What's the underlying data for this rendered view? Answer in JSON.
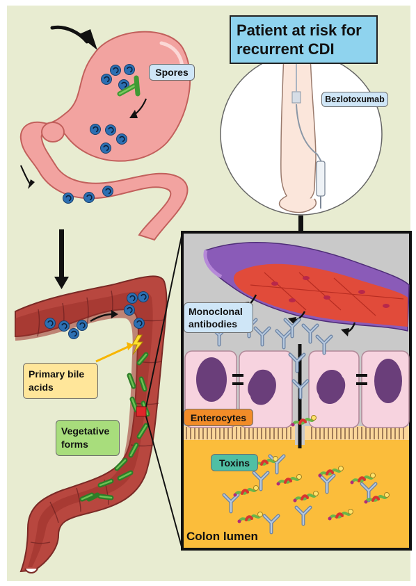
{
  "title": "Patient at risk for recurrent CDI",
  "labels": {
    "spores": "Spores",
    "bezlotoxumab": "Bezlotoxumab",
    "monoclonal_antibodies": "Monoclonal antibodies",
    "primary_bile_acids": "Primary bile acids",
    "enterocytes": "Enterocytes",
    "vegetative_forms": "Vegetative forms",
    "toxins": "Toxins",
    "colon_lumen": "Colon lumen"
  },
  "colors": {
    "background": "#e8ecd1",
    "stomach": "#f2a3a0",
    "colon": "#b8473f",
    "spore": "#3b8fd0",
    "vegetative": "#3f9a34",
    "panel_bg": "#c8c8c8",
    "lumen": "#fbbd3b",
    "enterocyte": "#f7d3df",
    "antibody": "#8aa7c8"
  }
}
